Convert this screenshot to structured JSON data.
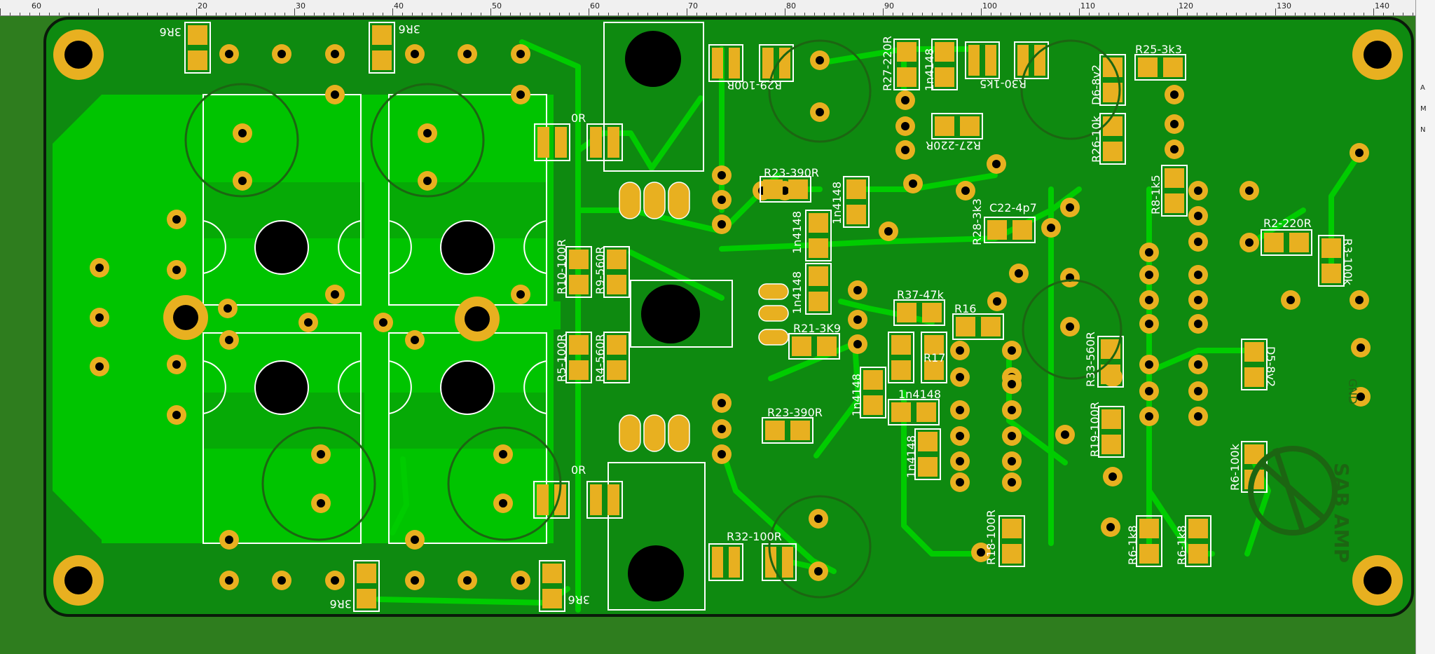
{
  "ruler": {
    "ticks": [
      "60",
      "20",
      "30",
      "40",
      "50",
      "60",
      "70",
      "80",
      "90",
      "100",
      "110",
      "120",
      "130",
      "140"
    ]
  },
  "panel": {
    "letters": [
      "A",
      "M",
      "N"
    ]
  },
  "colors": {
    "board": "#0d8a0d",
    "background": "#2e7d1e",
    "copper_pour": "#00c400",
    "trace": "#00cc00",
    "pad": "#e8b020",
    "silkscreen": "#ffffff"
  },
  "labels": {
    "r3r6_tl": "3R6",
    "r3r6_tm": "3R6",
    "r3r6_bl": "3R6",
    "r3r6_bm": "3R6",
    "or_top": "0R",
    "or_bot": "0R",
    "r29": "R29-100R",
    "r27a": "R27-220R",
    "d_1n4148_top": "1n4148",
    "r30": "R30-1k5",
    "d6": "D6-8v2",
    "r25": "R25-3k3",
    "r27b": "R27-220R",
    "r26": "R26-10k",
    "r23a": "R23-390R",
    "d_1n4148_a": "1n4148",
    "d_1n4148_b": "1n4148",
    "d_1n4148_c": "1n4148",
    "r28": "R28-3k3",
    "c22": "C22-4p7",
    "r8": "R8-1k5",
    "r2": "R2-220R",
    "r3": "R3-100k",
    "r10": "R10-100R",
    "r9": "R9-560R",
    "r37": "R37-47k",
    "r16": "R16",
    "r21": "R21-3K9",
    "r5": "R5-100R",
    "r4": "R4-560R",
    "r17": "R17",
    "r33": "R33-560R",
    "d5": "D5-8v2",
    "d_1n4148_d": "1n4148",
    "d_1n4148_e": "1n4148",
    "d_1n4148_f": "1n4148",
    "r23b": "R23-390R",
    "r19": "R19-100R",
    "r6a": "R6-100k",
    "r32": "R32-100R",
    "r18": "R18-100R",
    "r6b": "R6-1k8",
    "r6c": "R6-1k8",
    "sab_amp": "SAB AMP",
    "gnd": "GND"
  }
}
